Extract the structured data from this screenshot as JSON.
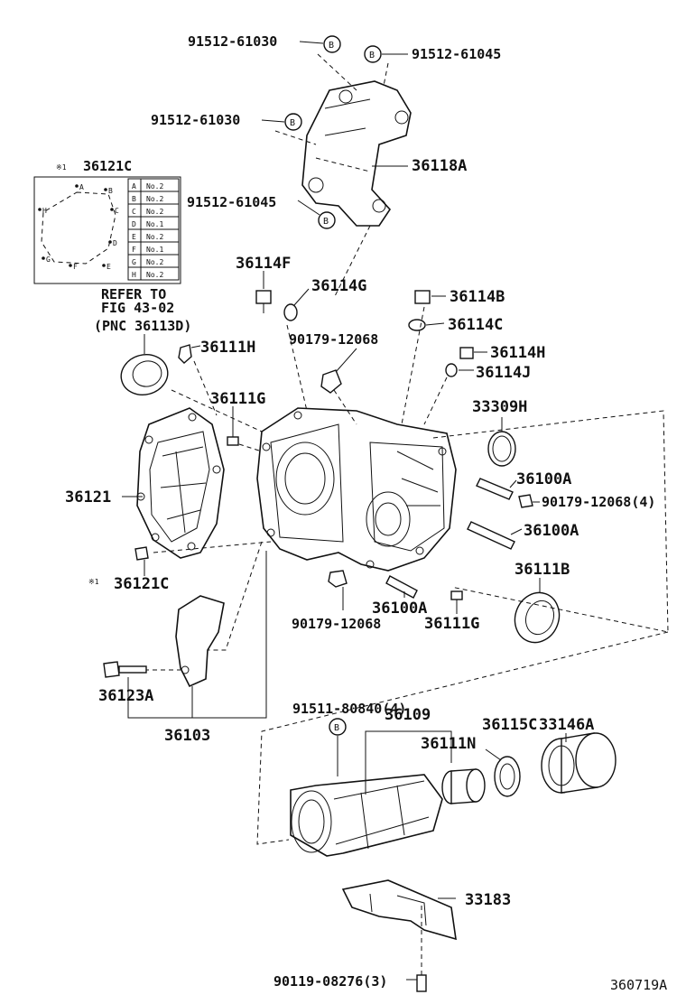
{
  "labels": {
    "p_91512_61030_top": "91512-61030",
    "p_91512_61045_top": "91512-61045",
    "p_91512_61030_mid": "91512-61030",
    "p_91512_61045_mid": "91512-61045",
    "p_36118A": "36118A",
    "p_36114F": "36114F",
    "p_36114G": "36114G",
    "p_36114B": "36114B",
    "p_36114C": "36114C",
    "p_90179_12068_a": "90179-12068",
    "p_36114H": "36114H",
    "p_36114J": "36114J",
    "p_36111H": "36111H",
    "p_36111G_top": "36111G",
    "p_33309H": "33309H",
    "p_36121": "36121",
    "p_36100A_1": "36100A",
    "p_90179_12068_4": "90179-12068(4)",
    "p_36100A_2": "36100A",
    "p_36121C_bottom": "36121C",
    "p_36111B": "36111B",
    "p_36100A_3": "36100A",
    "p_90179_12068_b": "90179-12068",
    "p_36111G_bottom": "36111G",
    "p_36123A": "36123A",
    "p_36103": "36103",
    "p_91511_80840": "91511-80840(4)",
    "p_36109": "36109",
    "p_36115C": "36115C",
    "p_33146A": "33146A",
    "p_36111N": "36111N",
    "p_33183": "33183",
    "p_90119_08276": "90119-08276(3)",
    "figure_id": "360719A"
  },
  "notes": {
    "asterisk_mark": "※1",
    "inset_title": "36121C",
    "inset_asterisk": "※1",
    "refer_line1": "REFER TO",
    "refer_line2": "FIG 43-02",
    "refer_line3": "(PNC 36113D)",
    "b_marker": "B"
  },
  "inset_table": [
    {
      "key": "A",
      "value": "No.2"
    },
    {
      "key": "B",
      "value": "No.2"
    },
    {
      "key": "C",
      "value": "No.2"
    },
    {
      "key": "D",
      "value": "No.1"
    },
    {
      "key": "E",
      "value": "No.2"
    },
    {
      "key": "F",
      "value": "No.1"
    },
    {
      "key": "G",
      "value": "No.2"
    },
    {
      "key": "H",
      "value": "No.2"
    }
  ],
  "inset_points": [
    "A",
    "B",
    "C",
    "D",
    "E",
    "F",
    "G",
    "H"
  ]
}
